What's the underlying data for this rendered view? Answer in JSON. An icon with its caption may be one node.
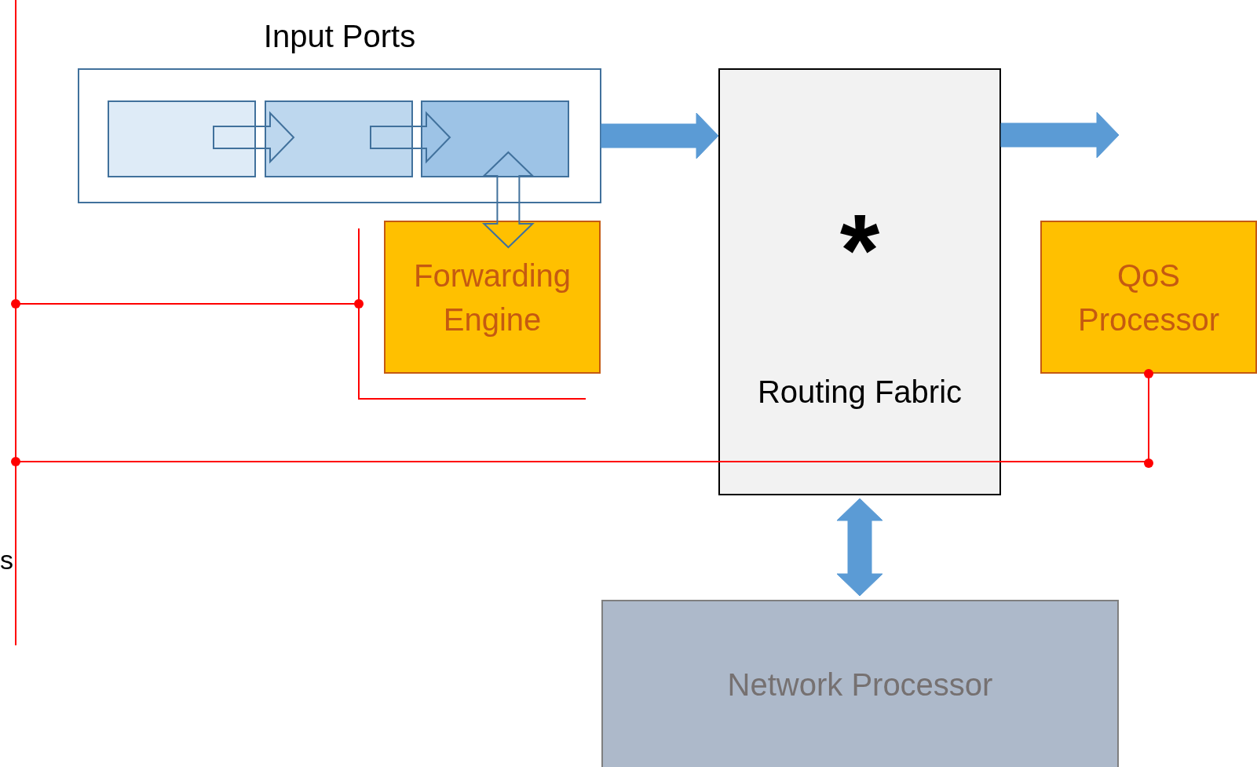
{
  "diagram": {
    "nodes": [
      {
        "text": [
          "Input Ports"
        ]
      },
      {
        "text": [],
        "shape": "box",
        "in": 0
      },
      {
        "text": [],
        "shape": "box",
        "in": 0
      },
      {
        "text": [],
        "shape": "box",
        "in": 0
      },
      {
        "text": [
          "Forwarding Engine"
        ]
      },
      {
        "text": [
          "*",
          "Routing Fabric"
        ]
      },
      {
        "text": [
          "QoS Processor"
        ]
      },
      {
        "text": [
          "Network Processor"
        ]
      }
    ],
    "edges": [
      {
        "from": 1,
        "to": 2,
        "arrow": "to"
      },
      {
        "from": 2,
        "to": 3,
        "arrow": "to"
      },
      {
        "from": 3,
        "to": 4,
        "arrow": "both"
      },
      {
        "from": 0,
        "to": 5,
        "arrow": "to",
        "style": "thick"
      },
      {
        "from": 5,
        "to": null,
        "arrow": "to",
        "style": "thick"
      },
      {
        "from": 5,
        "to": 7,
        "arrow": "both",
        "style": "thick"
      },
      {
        "from": 6,
        "to": null,
        "arrow": "other",
        "color": "#ff0000"
      }
    ],
    "labels": [
      "s"
    ]
  }
}
